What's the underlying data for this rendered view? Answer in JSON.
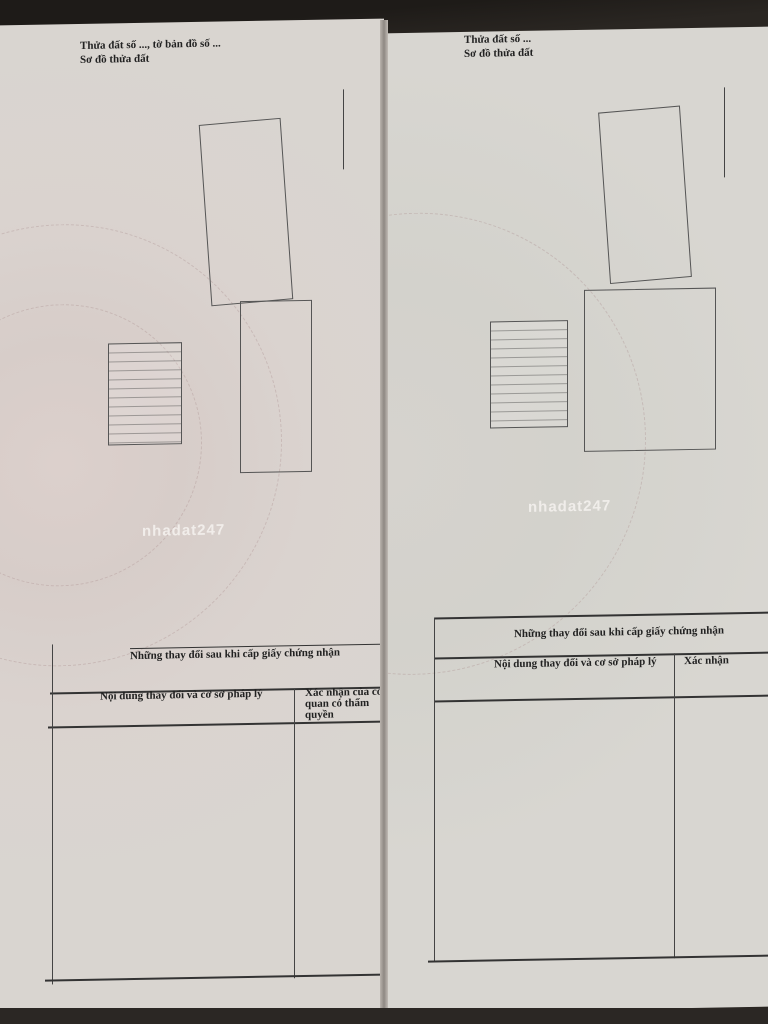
{
  "left_page": {
    "header_line1": "Thửa đất số ..., tờ bản đồ số ...",
    "header_line2": "Sơ đồ thửa đất",
    "table_title_line1": "Những thay đổi sau khi cấp giấy chứng nhận",
    "table_col1": "Nội dung thay đổi và cơ sở pháp lý",
    "table_col2": "Xác nhận của cơ quan có thẩm quyền"
  },
  "right_page": {
    "header_line1": "Thửa đất số ...",
    "header_line2": "Sơ đồ thửa đất",
    "table_title_line1": "Những thay đổi sau khi cấp giấy chứng nhận",
    "table_col1": "Nội dung thay đổi và cơ sở pháp lý",
    "table_col2": "Xác nhận"
  },
  "watermark": "nhadat247"
}
